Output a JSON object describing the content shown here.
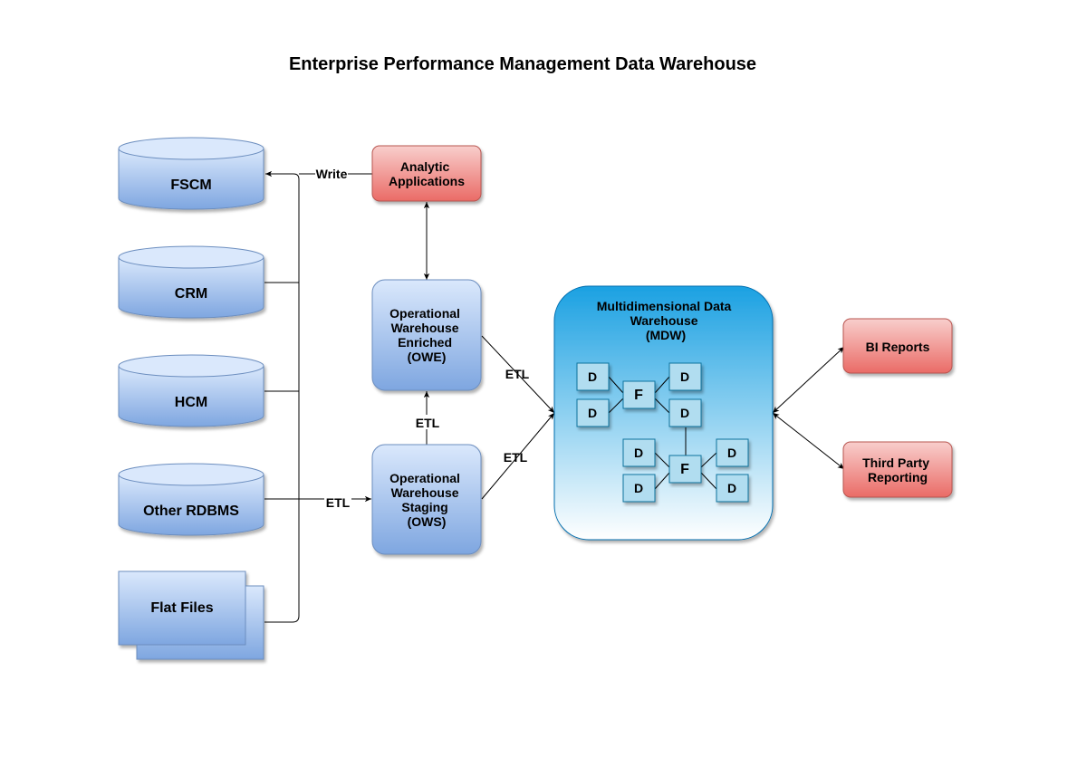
{
  "title": "Enterprise Performance Management Data Warehouse",
  "sources": {
    "fscm": "FSCM",
    "crm": "CRM",
    "hcm": "HCM",
    "other_rdbms": "Other RDBMS",
    "flat_files": "Flat Files"
  },
  "analytic_applications": [
    "Analytic",
    "Applications"
  ],
  "owe": [
    "Operational",
    "Warehouse",
    "Enriched",
    "(OWE)"
  ],
  "ows": [
    "Operational",
    "Warehouse",
    "Staging",
    "(OWS)"
  ],
  "mdw": {
    "title": [
      "Multidimensional Data",
      "Warehouse",
      "(MDW)"
    ],
    "dimension_label": "D",
    "fact_label": "F"
  },
  "outputs": {
    "bi_reports": "BI Reports",
    "third_party": [
      "Third Party",
      "Reporting"
    ]
  },
  "edge_labels": {
    "write": "Write",
    "etl": "ETL"
  },
  "colors": {
    "db_top": "#dae8fc",
    "db_bottom": "#7ea6e0",
    "db_stroke": "#6c8ebf",
    "red_top": "#f8cecc",
    "red_bottom": "#ea6b66",
    "red_stroke": "#b85450",
    "mdw_top": "#1ba1e2",
    "mdw_stroke": "#006eaf",
    "cube_fill": "#b1ddf0",
    "cube_stroke": "#10739e"
  }
}
